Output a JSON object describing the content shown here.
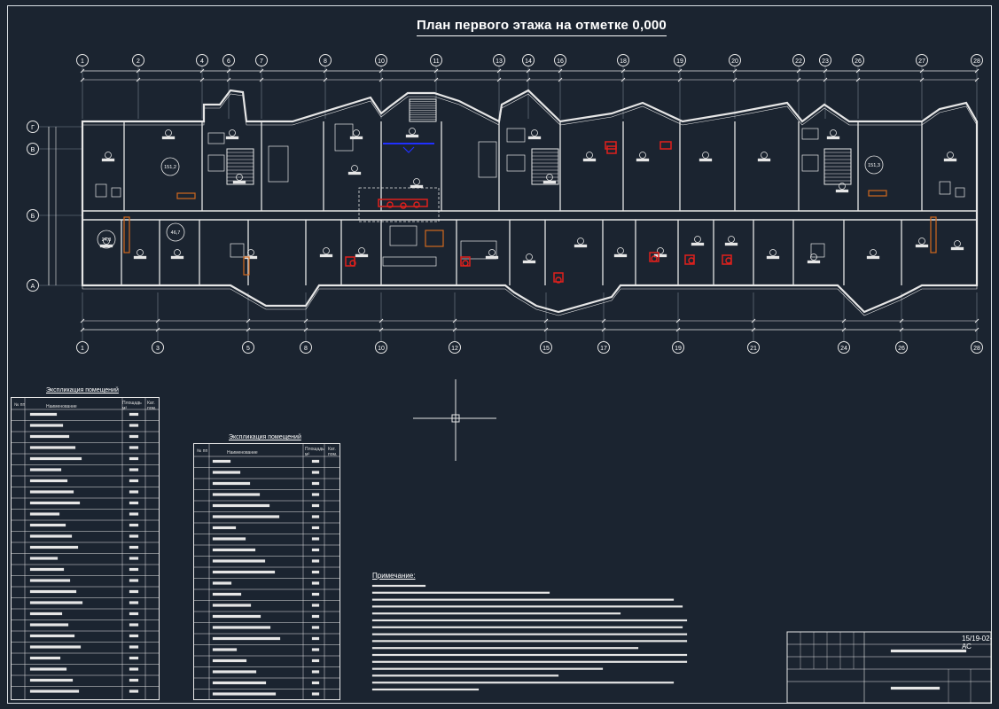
{
  "drawing": {
    "title": "План первого этажа на отметке 0,000",
    "top_axes": [
      "1",
      "2",
      "4",
      "6",
      "7",
      "8",
      "10",
      "11",
      "13",
      "14",
      "16",
      "18",
      "19",
      "20",
      "22",
      "23",
      "26",
      "27",
      "28"
    ],
    "bottom_axes": [
      "1",
      "3",
      "5",
      "8",
      "10",
      "12",
      "15",
      "17",
      "19",
      "21",
      "24",
      "26",
      "28"
    ],
    "row_axes": [
      "Г",
      "В",
      "Б",
      "А"
    ],
    "room_areas": [
      "151,2",
      "151,3",
      "24,8",
      "46,7"
    ]
  },
  "table_left": {
    "caption": "Экспликация помещений",
    "col_num": "№ пп",
    "col_name": "Наименование",
    "col_area": "Площадь м²",
    "col_cat": "Кат. пом."
  },
  "table_right": {
    "caption": "Экспликация помещений",
    "col_num": "№ пп",
    "col_name": "Наименование",
    "col_area": "Площадь м²",
    "col_cat": "Кат. пом."
  },
  "notes": {
    "title": "Примечание:"
  },
  "stamp": {
    "code": "15/19-02-АС"
  },
  "colors": {
    "background": "#1b2430",
    "lines": "#e6e6e6",
    "accent_red": "#e0201c",
    "accent_orange": "#d2691e",
    "accent_blue": "#2030ff"
  }
}
